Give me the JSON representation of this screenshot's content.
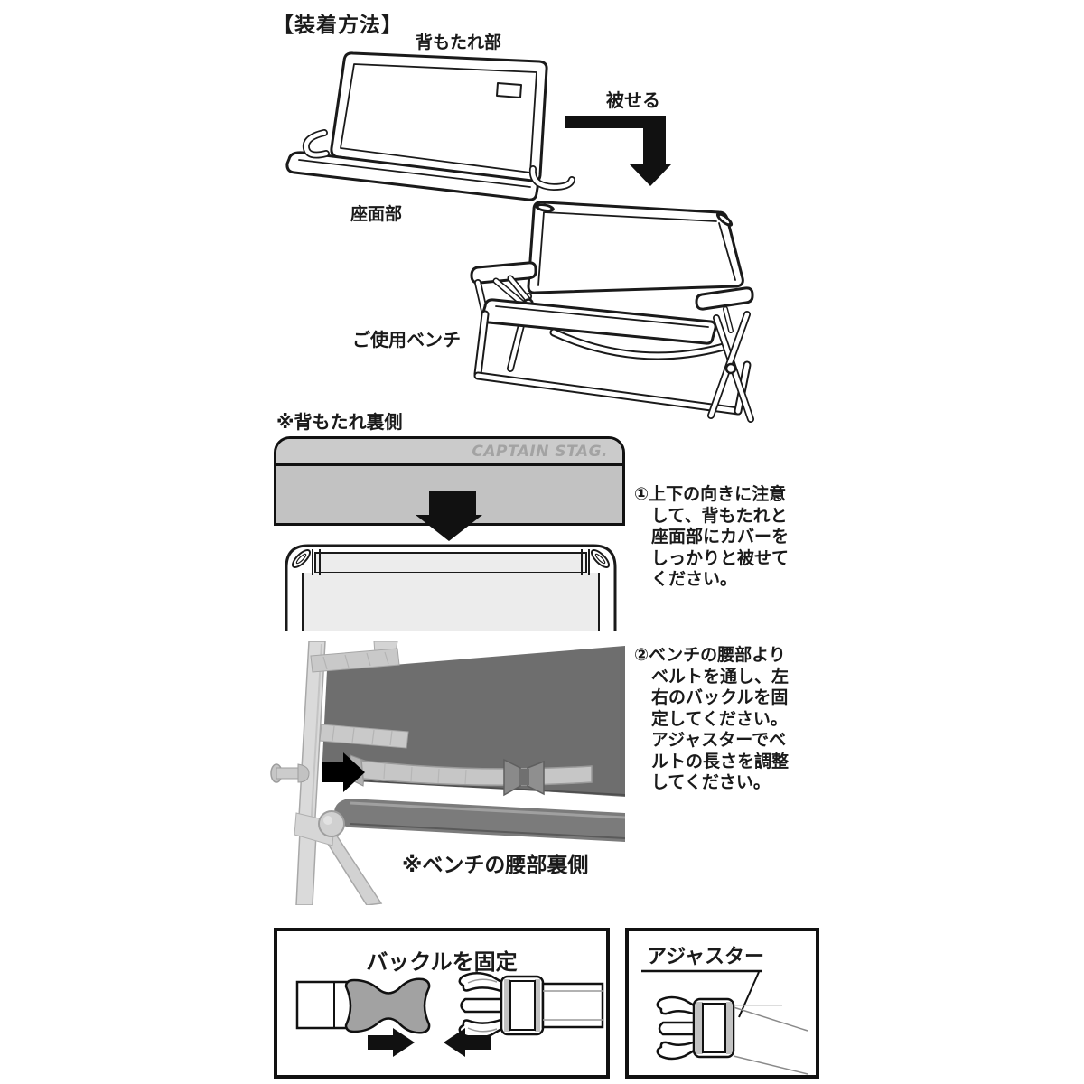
{
  "page": {
    "title": "【装着方法】"
  },
  "attach_diagram": {
    "backrest_label": "背もたれ部",
    "seat_label": "座面部",
    "cover_action_label": "被せる",
    "bench_label": "ご使用ベンチ"
  },
  "backrest_back_view": {
    "caption": "※背もたれ裏側",
    "brand_logo": "CAPTAIN STAG."
  },
  "instructions": {
    "step1": "①上下の向きに注意\n　して、背もたれと\n　座面部にカバーを\n　しっかりと被せて\n　ください。",
    "step2": "②ベンチの腰部より\n　ベルトを通し、左\n　右のバックルを固\n　定してください。\n　アジャスターでベ\n　ルトの長さを調整\n　してください。"
  },
  "waist_photo": {
    "caption": "※ベンチの腰部裏側"
  },
  "buckle_fix_box": {
    "title": "バックルを固定"
  },
  "adjuster_box": {
    "title": "アジャスター"
  },
  "icons": {
    "cover_action_arrow": "l-shaped-down-arrow",
    "insert_arrow": "down-arrow",
    "belt_arrow": "right-arrow",
    "buckle_arrows": "converging-left-right-arrows"
  },
  "colors": {
    "line": "#111111",
    "panel_gray": "#c2c2c2",
    "panel_strip_gray": "#cbcbcb",
    "brand_gray": "#a3a3a3",
    "fabric_dark": "#6e6e6e",
    "webbing_gray": "#c8c8c8",
    "buckle_gray": "#a2a2a2"
  }
}
